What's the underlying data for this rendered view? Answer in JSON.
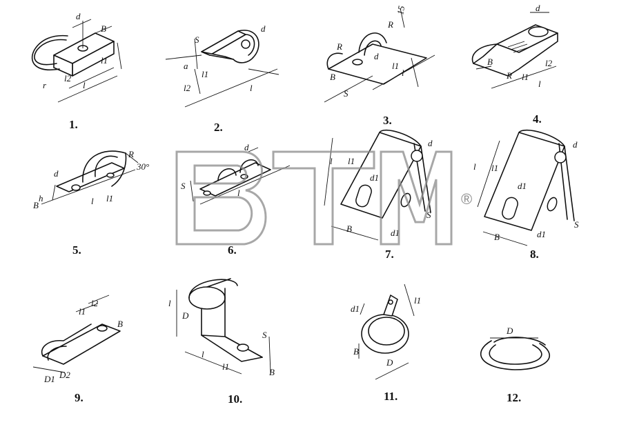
{
  "figures": [
    {
      "number": "1.",
      "labels": [
        "d",
        "B",
        "l",
        "l2",
        "l1",
        "r"
      ]
    },
    {
      "number": "2.",
      "labels": [
        "S",
        "d",
        "a",
        "l",
        "l1",
        "l2"
      ]
    },
    {
      "number": "3.",
      "labels": [
        "15",
        "R",
        "R",
        "d",
        "l",
        "l1",
        "B",
        "S"
      ]
    },
    {
      "number": "4.",
      "labels": [
        "d",
        "B",
        "R",
        "l1",
        "l2",
        "l"
      ]
    },
    {
      "number": "5.",
      "labels": [
        "d",
        "R",
        "30°",
        "h",
        "B",
        "l",
        "l1"
      ]
    },
    {
      "number": "6.",
      "labels": [
        "d",
        "S",
        "l"
      ]
    },
    {
      "number": "7.",
      "labels": [
        "d",
        "l",
        "l1",
        "d1",
        "d1",
        "B",
        "S"
      ]
    },
    {
      "number": "8.",
      "labels": [
        "d",
        "l",
        "l1",
        "d1",
        "d1",
        "B",
        "S"
      ]
    },
    {
      "number": "9.",
      "labels": [
        "l1",
        "l2",
        "B",
        "D1",
        "D2"
      ]
    },
    {
      "number": "10.",
      "labels": [
        "l",
        "D",
        "l",
        "l1",
        "S",
        "B"
      ]
    },
    {
      "number": "11.",
      "labels": [
        "d1",
        "l1",
        "B",
        "D"
      ]
    },
    {
      "number": "12.",
      "labels": [
        "D"
      ]
    }
  ],
  "watermark": {
    "text": "BTM",
    "mark": "®"
  }
}
